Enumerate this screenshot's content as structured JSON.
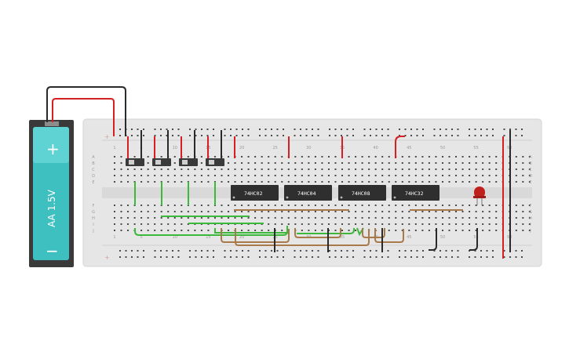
{
  "battery": {
    "label": "AA 1.5V",
    "plus_symbol": "+",
    "minus_symbol": "−",
    "body_color": "#3ebfc0",
    "case_color": "#3a3a3a"
  },
  "breadboard": {
    "column_labels": [
      "1",
      "5",
      "10",
      "15",
      "20",
      "25",
      "30",
      "35",
      "40",
      "45",
      "50",
      "55",
      "60"
    ],
    "row_labels_top": [
      "A",
      "B",
      "C",
      "D",
      "E"
    ],
    "row_labels_bottom": [
      "F",
      "G",
      "H",
      "I",
      "J"
    ],
    "rail_plus": "+",
    "rail_minus": "−",
    "board_color": "#e4e4e4"
  },
  "chips": [
    {
      "label": "74HC02"
    },
    {
      "label": "74HC04"
    },
    {
      "label": "74HC08"
    },
    {
      "label": "74HC32"
    }
  ],
  "switches": [
    {
      "name": "switch-1"
    },
    {
      "name": "switch-2"
    },
    {
      "name": "switch-3"
    },
    {
      "name": "switch-4"
    }
  ],
  "led": {
    "color": "#c0201c"
  },
  "wire_colors": {
    "red": "#d42020",
    "black": "#2a2a2a",
    "green": "#3cb83c",
    "brown": "#a87a4a"
  }
}
